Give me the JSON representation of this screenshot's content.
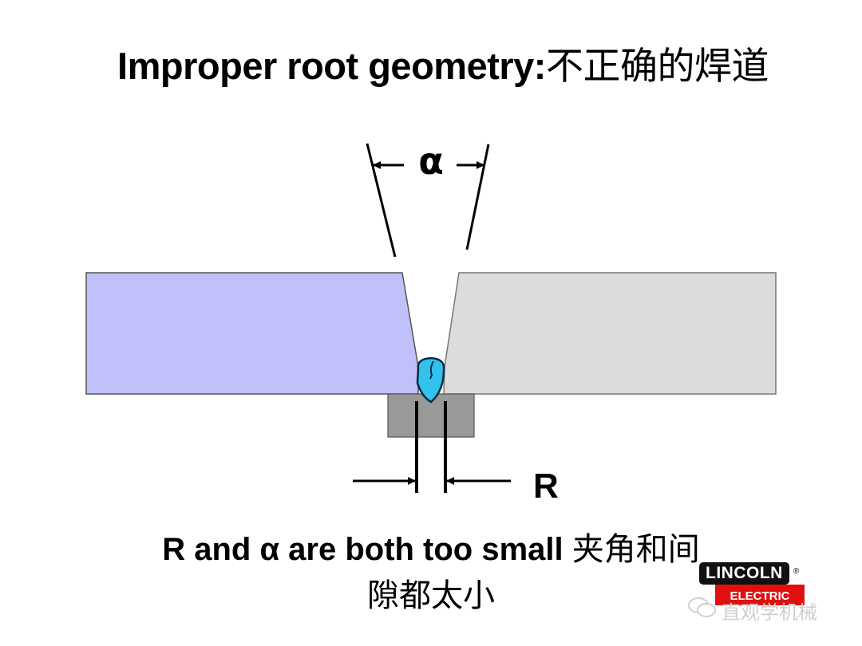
{
  "title": {
    "en": "Improper root geometry:",
    "cn": "不正确的焊道"
  },
  "diagram": {
    "angle_label": "α",
    "gap_label": "R",
    "colors": {
      "left_plate": "#c0c0fa",
      "right_plate": "#dcdcdc",
      "backing_bar": "#999999",
      "weld_bead": "#33c2ee"
    }
  },
  "caption": {
    "line1_en": "R and α are both too small ",
    "line1_cn": "夹角和间",
    "line2_cn": "隙都太小"
  },
  "logo": {
    "top": "LINCOLN",
    "bottom": "ELECTRIC",
    "registered": "®"
  },
  "watermark": {
    "text": "直观学机械"
  }
}
